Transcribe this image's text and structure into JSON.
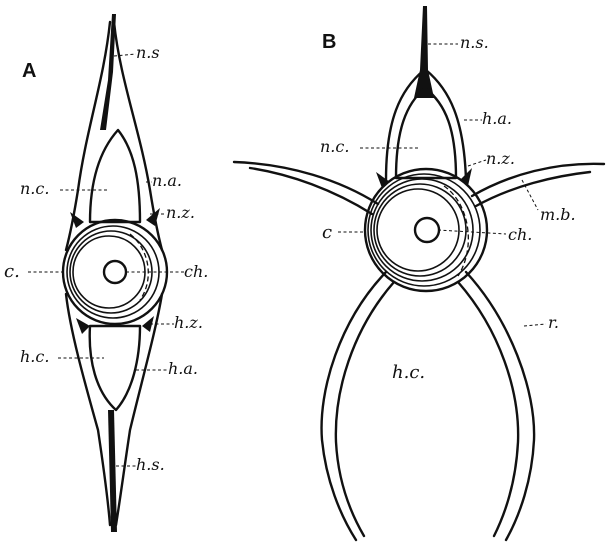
{
  "figure": {
    "panels": [
      {
        "letter": "A",
        "labels": {
          "ns": "n.s",
          "nc": "n.c.",
          "na": "n.a.",
          "nz": "n.z.",
          "c": "c.",
          "ch": "ch.",
          "hz": "h.z.",
          "hc": "h.c.",
          "ha": "h.a.",
          "hs": "h.s."
        }
      },
      {
        "letter": "B",
        "labels": {
          "ns": "n.s.",
          "na": "h.a.",
          "nc": "n.c.",
          "nz": "n.z.",
          "mb": "m.b.",
          "c": "c",
          "ch": "ch.",
          "r": "r.",
          "hc": "h.c."
        }
      }
    ]
  }
}
